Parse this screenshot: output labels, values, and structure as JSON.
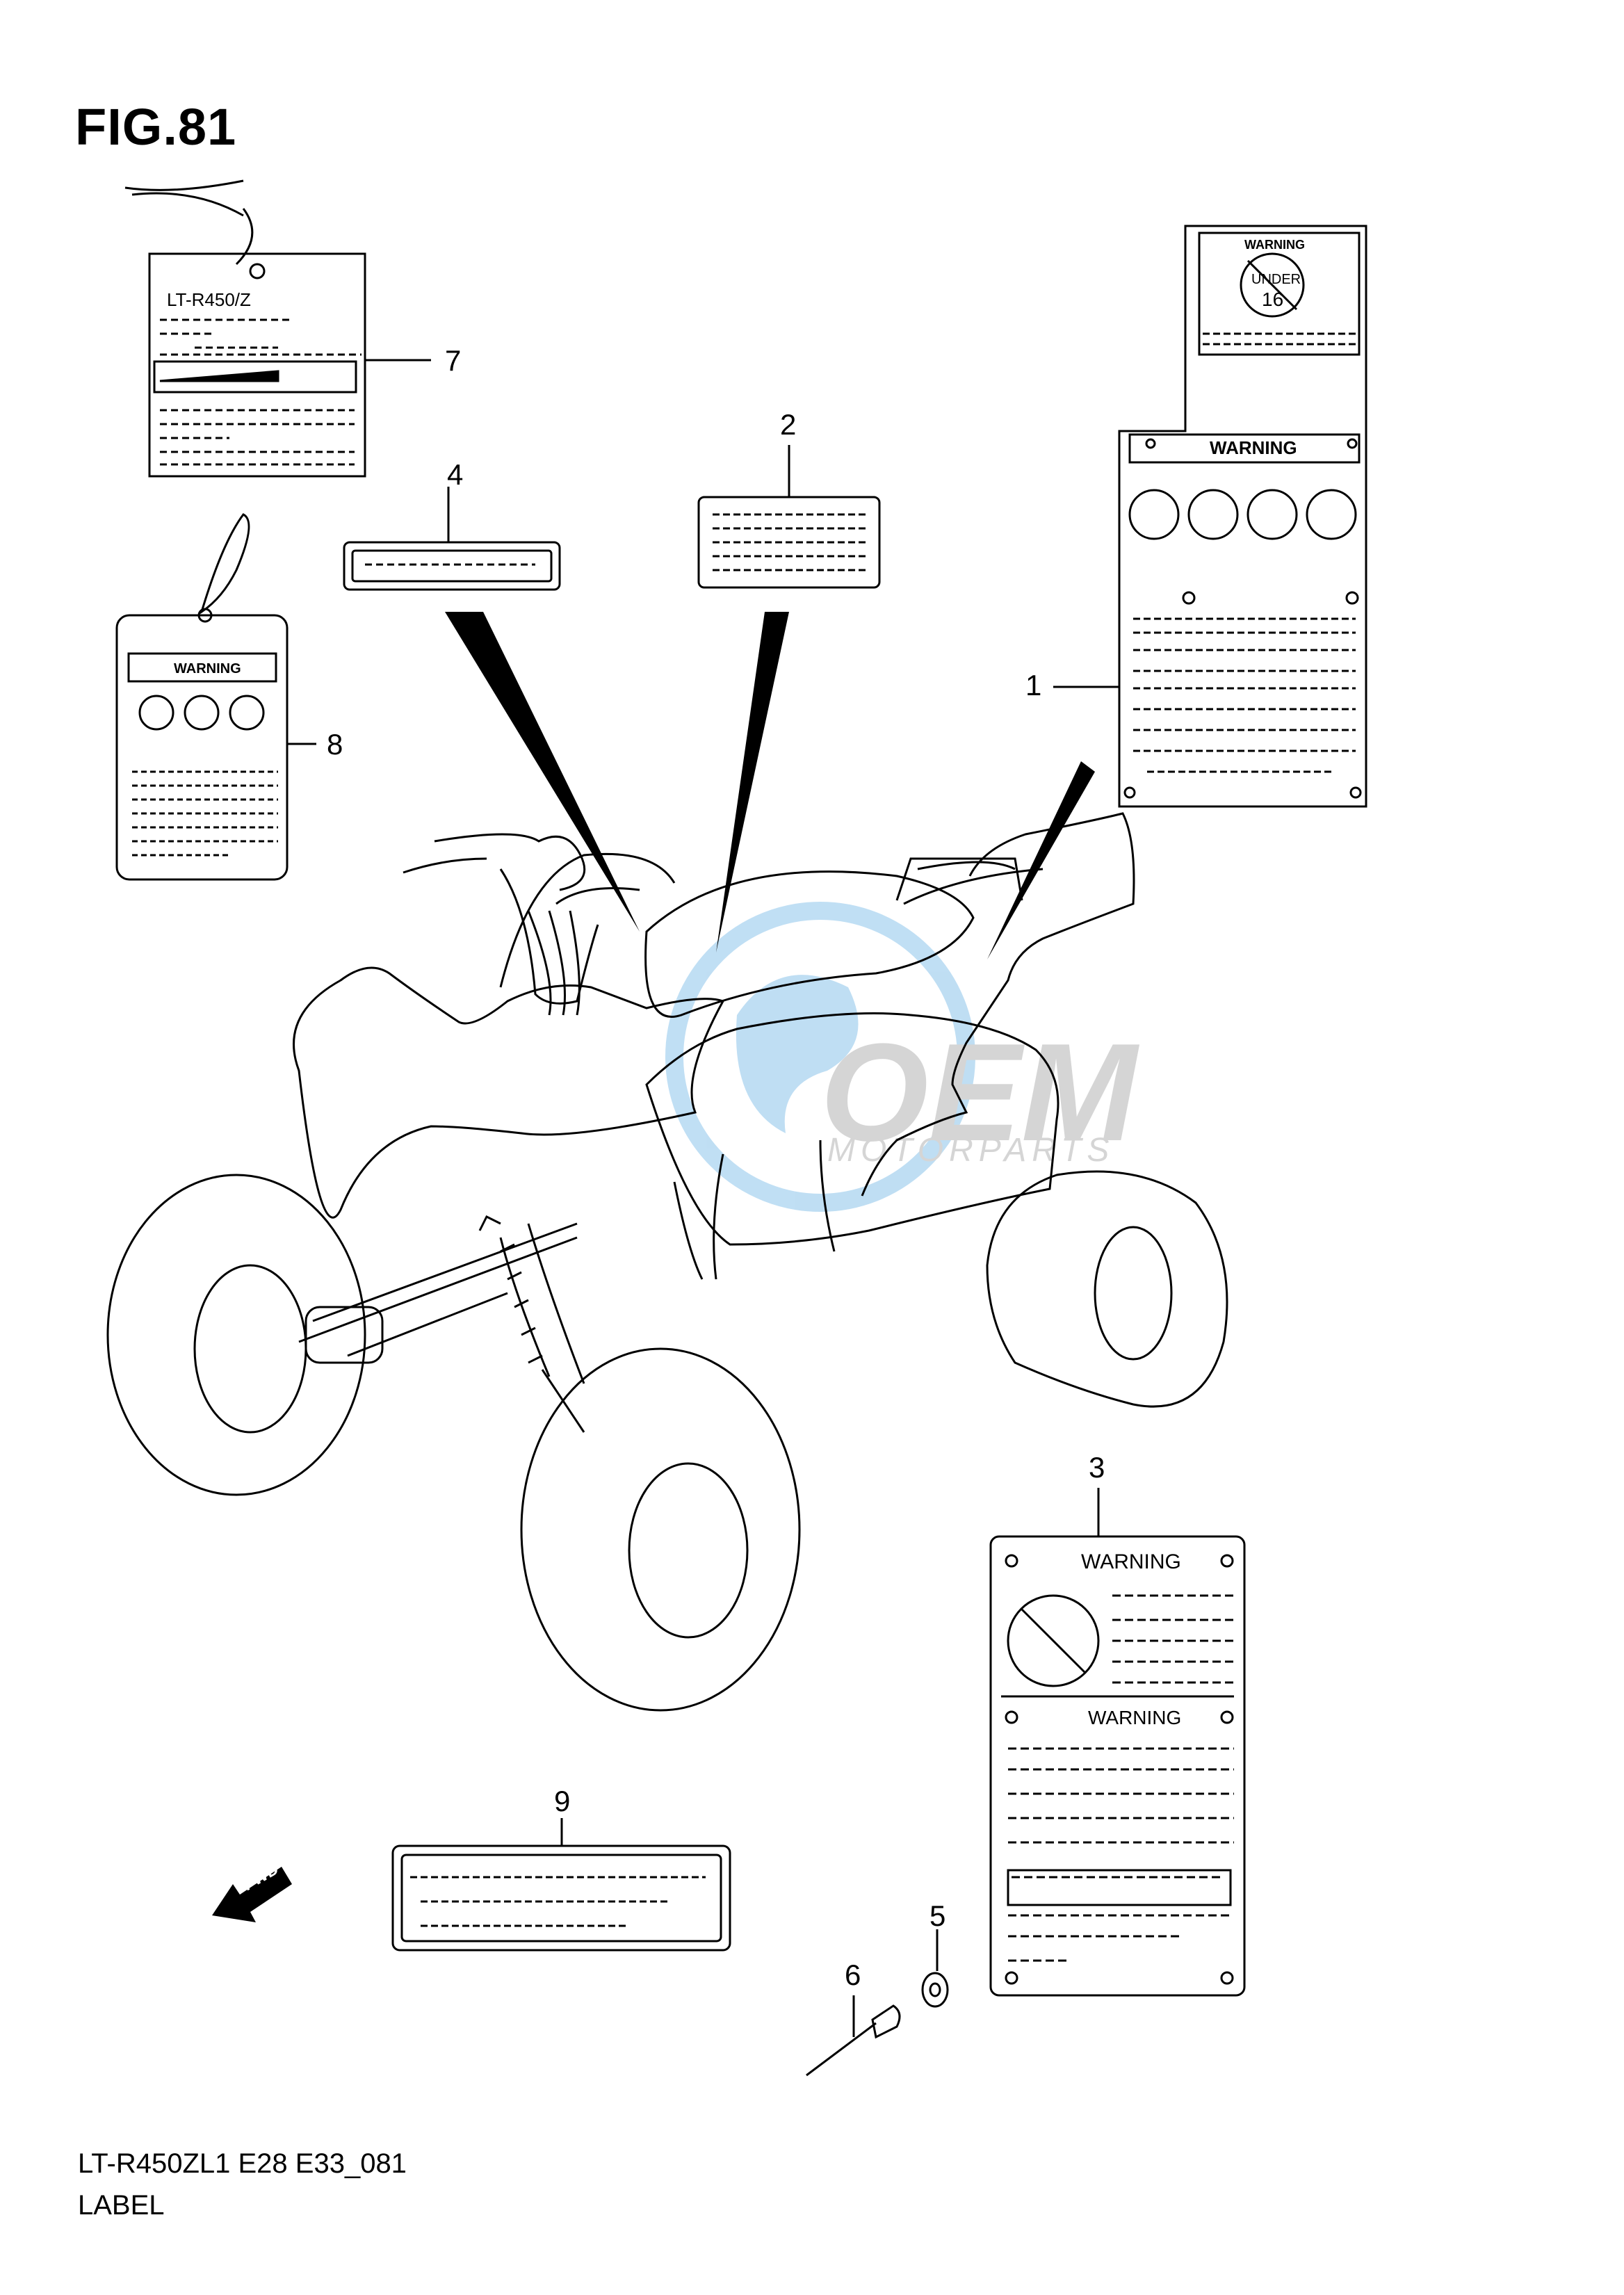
{
  "figure": {
    "title": "FIG.81",
    "model_code": "LT-R450ZL1 E28 E33_081",
    "section_name": "LABEL"
  },
  "callouts": [
    "1",
    "2",
    "3",
    "4",
    "5",
    "6",
    "7",
    "8",
    "9"
  ],
  "labels": {
    "tag_model": "LT-R450/Z",
    "warning_text": "WARNING",
    "age_badge_top": "UNDER",
    "age_badge_num": "16",
    "fwd_text": "FWD"
  },
  "watermark": {
    "brand": "OEM",
    "sub": "MOTORPARTS",
    "color": "#4aa3df"
  }
}
